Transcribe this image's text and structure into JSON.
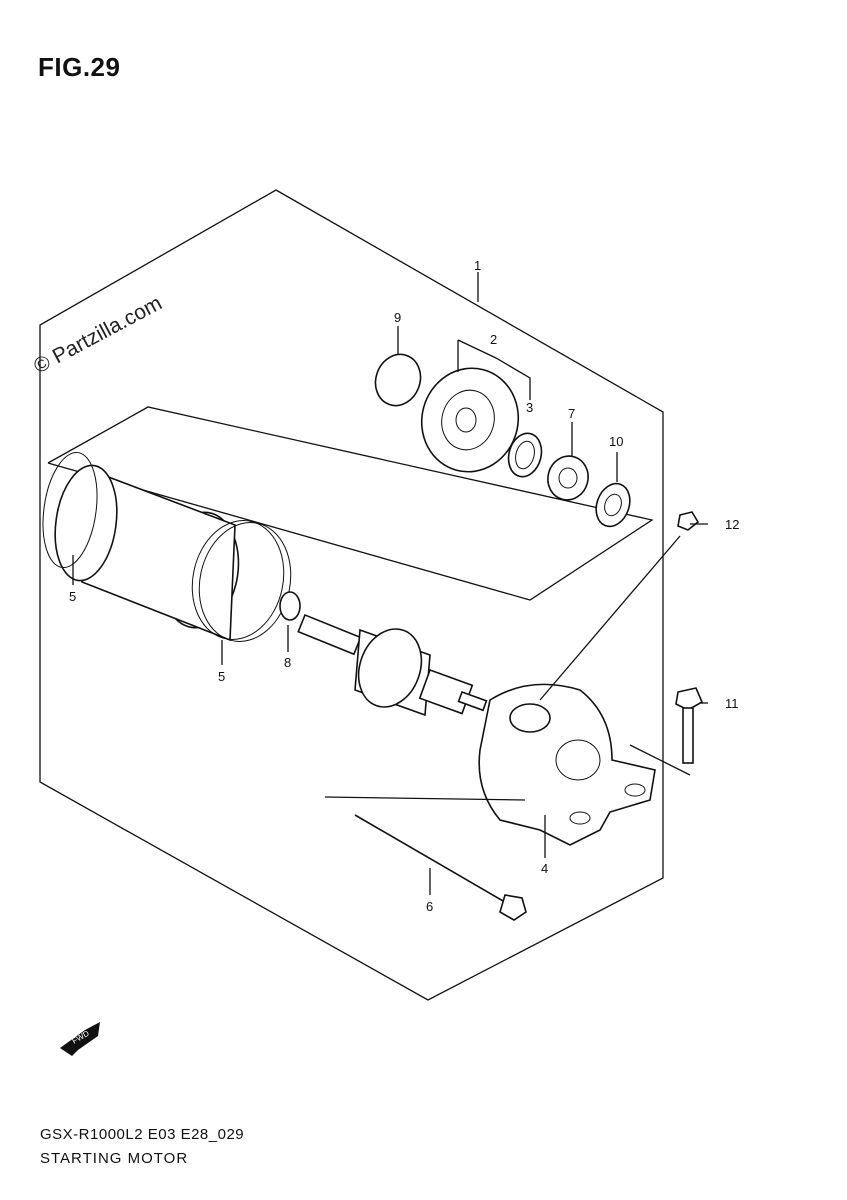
{
  "header": {
    "figure_title": "FIG.29"
  },
  "watermark": {
    "text": "© Partzilla.com"
  },
  "callouts": [
    {
      "id": "1",
      "label": "1"
    },
    {
      "id": "2",
      "label": "2"
    },
    {
      "id": "3",
      "label": "3"
    },
    {
      "id": "4",
      "label": "4"
    },
    {
      "id": "5a",
      "label": "5"
    },
    {
      "id": "5b",
      "label": "5"
    },
    {
      "id": "6",
      "label": "6"
    },
    {
      "id": "7",
      "label": "7"
    },
    {
      "id": "8",
      "label": "8"
    },
    {
      "id": "9",
      "label": "9"
    },
    {
      "id": "10",
      "label": "10"
    },
    {
      "id": "11",
      "label": "11"
    },
    {
      "id": "12",
      "label": "12"
    }
  ],
  "icons": {
    "front_arrow": "fwd-arrow-icon"
  },
  "footer": {
    "model_code": "GSX-R1000L2 E03 E28_029",
    "section_name": "STARTING MOTOR"
  }
}
